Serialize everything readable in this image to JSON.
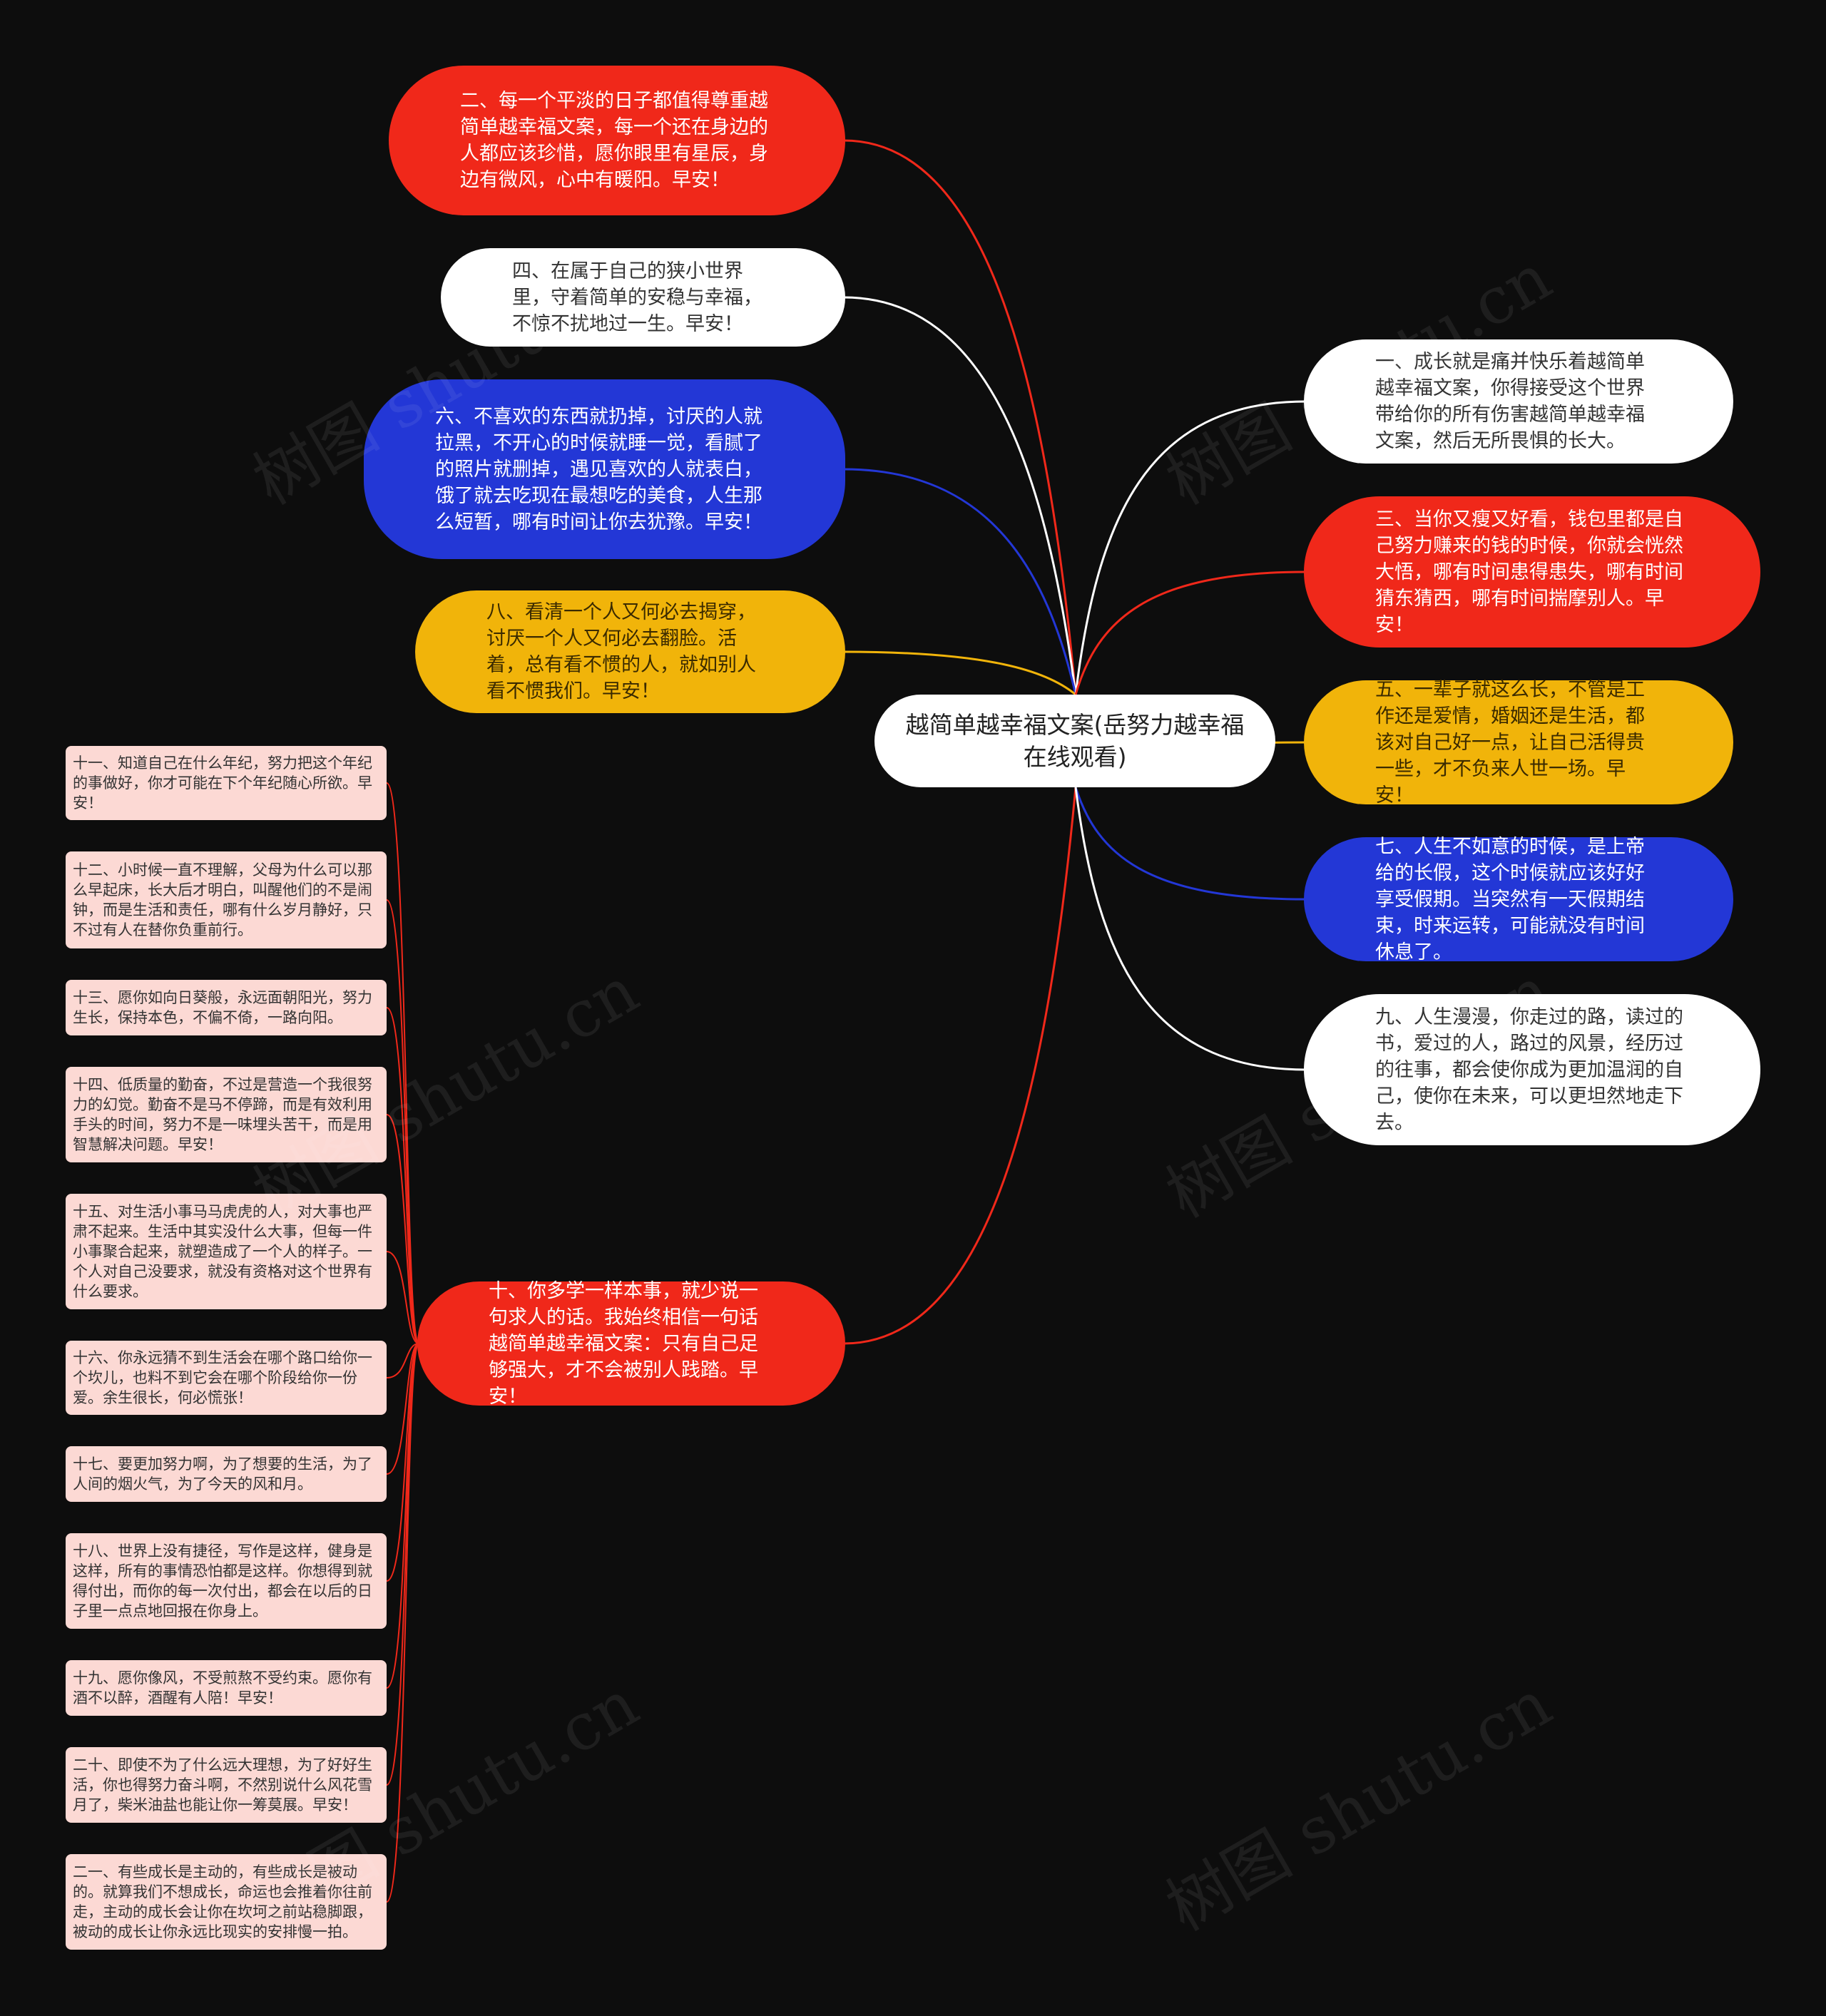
{
  "root": {
    "label": "越简单越幸福文案(岳努力越幸福在线观看)"
  },
  "colors": {
    "red": "#f0281a",
    "white": "#ffffff",
    "blue": "#2337d6",
    "yellow": "#f1b40a",
    "card": "#fcd9d4",
    "background": "#0d0d0d",
    "card_line": "#f0281a"
  },
  "left_branches": [
    {
      "color": "red",
      "text": "二、每一个平淡的日子都值得尊重越简单越幸福文案，每一个还在身边的人都应该珍惜，愿你眼里有星辰，身边有微风，心中有暖阳。早安！"
    },
    {
      "color": "white",
      "text": "四、在属于自己的狭小世界里，守着简单的安稳与幸福，不惊不扰地过一生。早安！"
    },
    {
      "color": "blue",
      "text": "六、不喜欢的东西就扔掉，讨厌的人就拉黑，不开心的时候就睡一觉，看腻了的照片就删掉，遇见喜欢的人就表白，饿了就去吃现在最想吃的美食，人生那么短暂，哪有时间让你去犹豫。早安！"
    },
    {
      "color": "yellow",
      "text": "八、看清一个人又何必去揭穿，讨厌一个人又何必去翻脸。活着，总有看不惯的人，就如别人看不惯我们。早安！"
    },
    {
      "color": "red",
      "text": "十、你多学一样本事，就少说一句求人的话。我始终相信一句话越简单越幸福文案：只有自己足够强大，才不会被别人践踏。早安！"
    }
  ],
  "right_branches": [
    {
      "color": "white",
      "text": "一、成长就是痛并快乐着越简单越幸福文案，你得接受这个世界带给你的所有伤害越简单越幸福文案，然后无所畏惧的长大。"
    },
    {
      "color": "red",
      "text": "三、当你又瘦又好看，钱包里都是自己努力赚来的钱的时候，你就会恍然大悟，哪有时间患得患失，哪有时间猜东猜西，哪有时间揣摩别人。早安！"
    },
    {
      "color": "yellow",
      "text": "五、一辈子就这么长，不管是工作还是爱情，婚姻还是生活，都该对自己好一点，让自己活得贵一些，才不负来人世一场。早安！"
    },
    {
      "color": "blue",
      "text": "七、人生不如意的时候，是上帝给的长假，这个时候就应该好好享受假期。当突然有一天假期结束，时来运转，可能就没有时间休息了。"
    },
    {
      "color": "white",
      "text": "九、人生漫漫，你走过的路，读过的书，爱过的人，路过的风景，经历过的往事，都会使你成为更加温润的自己，使你在未来，可以更坦然地走下去。"
    }
  ],
  "sub_cards": [
    {
      "text": "十一、知道自己在什么年纪，努力把这个年纪的事做好，你才可能在下个年纪随心所欲。早安！"
    },
    {
      "text": "十二、小时候一直不理解，父母为什么可以那么早起床，长大后才明白，叫醒他们的不是闹钟，而是生活和责任，哪有什么岁月静好，只不过有人在替你负重前行。"
    },
    {
      "text": "十三、愿你如向日葵般，永远面朝阳光，努力生长，保持本色，不偏不倚，一路向阳。"
    },
    {
      "text": "十四、低质量的勤奋，不过是营造一个我很努力的幻觉。勤奋不是马不停蹄，而是有效利用手头的时间，努力不是一味埋头苦干，而是用智慧解决问题。早安！"
    },
    {
      "text": "十五、对生活小事马马虎虎的人，对大事也严肃不起来。生活中其实没什么大事，但每一件小事聚合起来，就塑造成了一个人的样子。一个人对自己没要求，就没有资格对这个世界有什么要求。"
    },
    {
      "text": "十六、你永远猜不到生活会在哪个路口给你一个坎儿，也料不到它会在哪个阶段给你一份爱。余生很长，何必慌张！"
    },
    {
      "text": "十七、要更加努力啊，为了想要的生活，为了人间的烟火气，为了今天的风和月。"
    },
    {
      "text": "十八、世界上没有捷径，写作是这样，健身是这样，所有的事情恐怕都是这样。你想得到就得付出，而你的每一次付出，都会在以后的日子里一点点地回报在你身上。"
    },
    {
      "text": "十九、愿你像风，不受煎熬不受约束。愿你有酒不以醉，酒醒有人陪！早安！"
    },
    {
      "text": "二十、即使不为了什么远大理想，为了好好生活，你也得努力奋斗啊，不然别说什么风花雪月了，柴米油盐也能让你一筹莫展。早安！"
    },
    {
      "text": "二一、有些成长是主动的，有些成长是被动的。就算我们不想成长，命运也会推着你往前走，主动的成长会让你在坎坷之前站稳脚跟，被动的成长让你永远比现实的安排慢一拍。"
    }
  ],
  "watermark": "树图 shutu.cn"
}
